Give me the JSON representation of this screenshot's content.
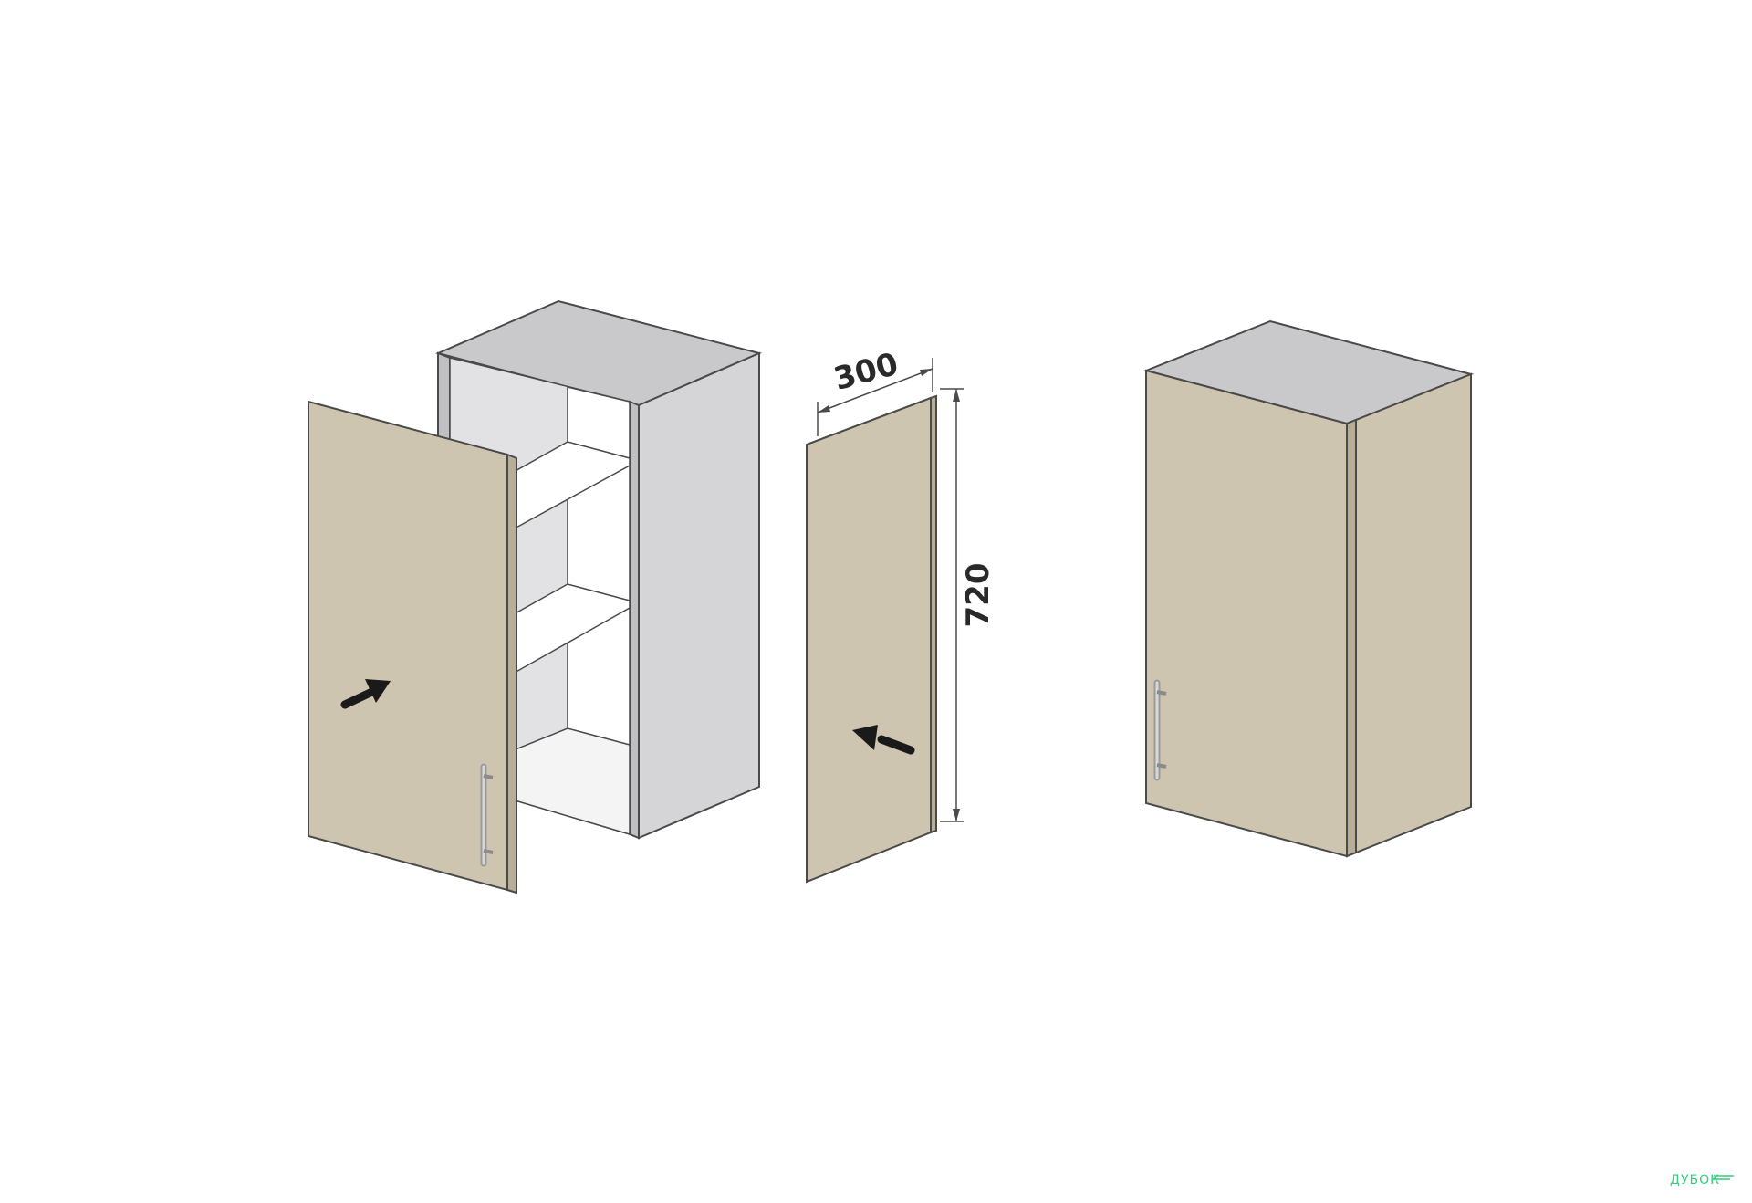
{
  "dimensions": {
    "width_label": "300",
    "height_label": "720"
  },
  "colors": {
    "facade": "#cdc5b0",
    "carcass_side": "#d4d4d6",
    "carcass_top": "#c8c8ca",
    "interior": "#ffffff",
    "outline": "#4a4a4a",
    "arrow": "#1a1a1a",
    "handle": "#bfbfbf",
    "watermark": "#2fd07a"
  },
  "icons": {
    "door_arrow_1": "arrow-icon",
    "door_arrow_2": "arrow-icon",
    "handle": "bar-handle-icon"
  },
  "watermark": {
    "text": "ДУБОК"
  }
}
